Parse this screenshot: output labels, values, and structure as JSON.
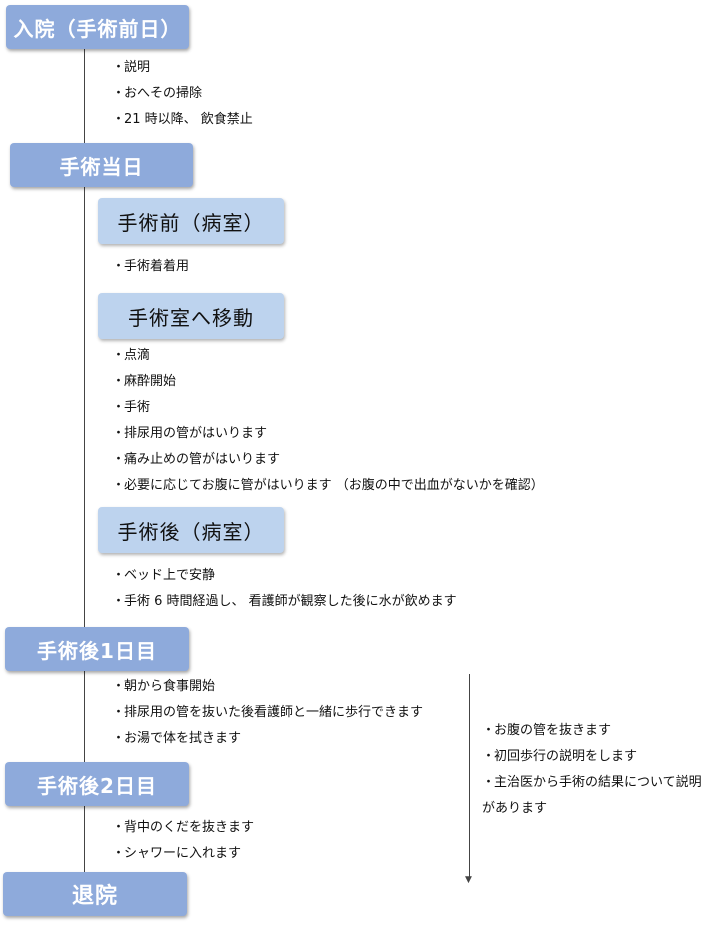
{
  "stages": {
    "admission": "入院（手術前日）",
    "surgery_day": "手術当日",
    "day1": "手術後1日目",
    "day2": "手術後2日目",
    "discharge": "退院"
  },
  "sub_stages": {
    "pre_op": "手術前（病室）",
    "to_or": "手術室へ移動",
    "post_op": "手術後（病室）"
  },
  "bullet": "・",
  "lists": {
    "admission": [
      "説明",
      "おへその掃除",
      "21 時以降、 飲食禁止"
    ],
    "pre_op": [
      "手術着着用"
    ],
    "to_or": [
      "点滴",
      "麻酔開始",
      "手術",
      "排尿用の管がはいります",
      "痛み止めの管がはいります",
      "必要に応じてお腹に管がはいります （お腹の中で出血がないかを確認）"
    ],
    "post_op": [
      "ベッド上で安静",
      "手術 6 時間経過し、 看護師が観察した後に水が飲めます"
    ],
    "day1": [
      "朝から食事開始",
      "排尿用の管を抜いた後看護師と一緒に歩行できます",
      "お湯で体を拭きます"
    ],
    "day2": [
      "背中のくだを抜きます",
      "シャワーに入れます"
    ]
  },
  "side_notes": [
    "お腹の管を抜きます",
    "初回歩行の説明をします",
    "主治医から手術の結果について説明があります"
  ],
  "colors": {
    "stage": "#8eaadb",
    "sub_stage": "#bdd3ee"
  }
}
